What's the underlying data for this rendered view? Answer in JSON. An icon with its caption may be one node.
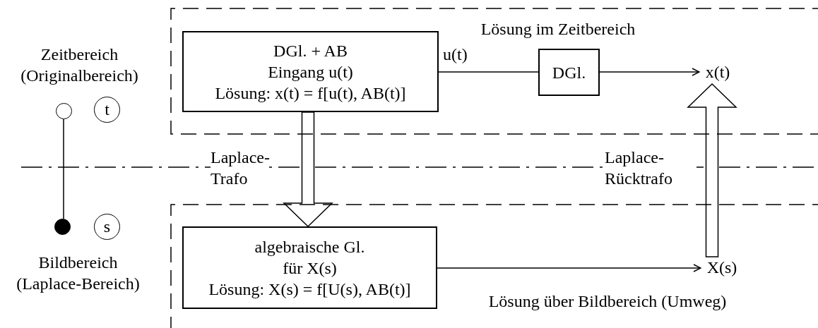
{
  "diagram": {
    "nodes": [
      {
        "text": [
          "Lösung im Zeitbereich"
        ]
      },
      {
        "text": [
          "DGl. + AB",
          "Eingang u(t)",
          "Lösung: x(t) = f[u(t), AB(t)]"
        ],
        "in": 0
      },
      {
        "text": [
          "DGl."
        ],
        "in": 0
      },
      {
        "text": [
          "x(t)"
        ],
        "in": 0
      },
      {
        "text": [
          "Lösung über Bildbereich (Umweg)"
        ]
      },
      {
        "text": [
          "algebraische Gl.",
          "für X(s)",
          "Lösung: X(s) = f[U(s), AB(t)]"
        ],
        "in": 4
      },
      {
        "text": [
          "X(s)"
        ],
        "in": 4
      },
      {
        "text": [
          "Zeitbereich (Originalbereich)"
        ]
      },
      {
        "text": [],
        "shape": "circle"
      },
      {
        "text": [],
        "shape": "circle"
      },
      {
        "text": [
          "Bildbereich (Laplace-Bereich)"
        ]
      },
      {
        "text": [
          "t"
        ]
      },
      {
        "text": [
          "s"
        ]
      }
    ],
    "edges": [
      {
        "from": 1,
        "to": 2,
        "arrow": "none",
        "label": "u(t)"
      },
      {
        "from": 2,
        "to": 3,
        "arrow": "to"
      },
      {
        "from": 1,
        "to": 5,
        "arrow": "to",
        "label": "Laplace- Trafo",
        "style": "thick"
      },
      {
        "from": 6,
        "to": 3,
        "arrow": "to",
        "label": "Laplace- Rücktrafo",
        "style": "thick"
      },
      {
        "from": 5,
        "to": 6,
        "arrow": "to"
      },
      {
        "from": 8,
        "to": 9,
        "arrow": "none"
      }
    ]
  }
}
